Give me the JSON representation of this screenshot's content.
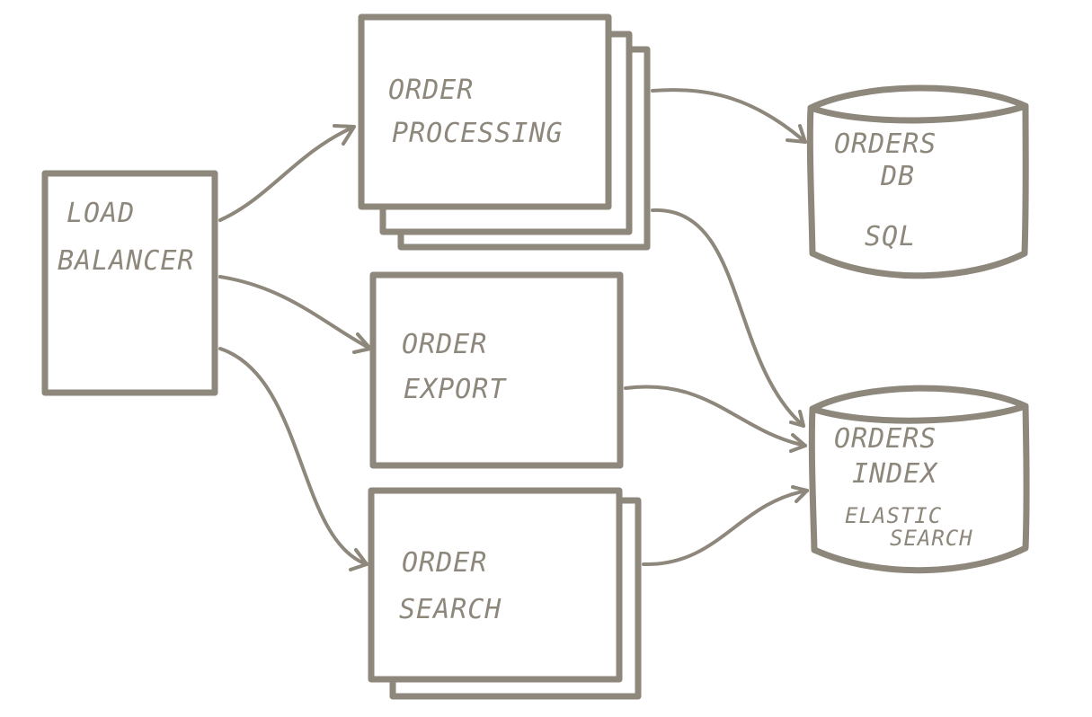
{
  "diagram": {
    "nodes": {
      "load_balancer": {
        "line1": "LOAD",
        "line2": "BALANCER"
      },
      "order_processing": {
        "line1": "ORDER",
        "line2": "PROCESSING"
      },
      "order_export": {
        "line1": "ORDER",
        "line2": "EXPORT"
      },
      "order_search": {
        "line1": "ORDER",
        "line2": "SEARCH"
      },
      "orders_db": {
        "line1": "ORDERS",
        "line2": "DB",
        "line3": "SQL"
      },
      "orders_index": {
        "line1": "ORDERS",
        "line2": "INDEX",
        "line3": "ELASTIC",
        "line4": "SEARCH"
      }
    },
    "edges": [
      {
        "from": "load_balancer",
        "to": "order_processing"
      },
      {
        "from": "load_balancer",
        "to": "order_export"
      },
      {
        "from": "load_balancer",
        "to": "order_search"
      },
      {
        "from": "order_processing",
        "to": "orders_db"
      },
      {
        "from": "order_processing",
        "to": "orders_index"
      },
      {
        "from": "order_export",
        "to": "orders_index"
      },
      {
        "from": "order_search",
        "to": "orders_index"
      }
    ],
    "stroke_color": "#8d877c"
  }
}
